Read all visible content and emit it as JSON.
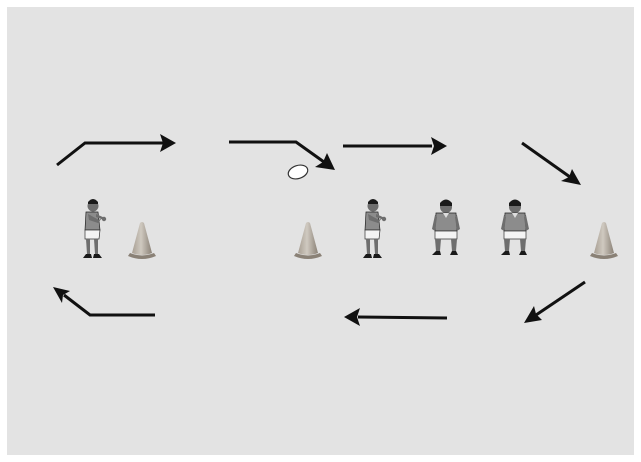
{
  "diagram": {
    "type": "rugby-drill",
    "colors": {
      "background": "#ffffff",
      "field": "#e3e3e3",
      "arrow": "#111111",
      "cone_light": "#cfc9c0",
      "cone_mid": "#a89f93",
      "cone_dark": "#8a8176",
      "jersey": "#8c8c8c",
      "shorts": "#f4f4f4",
      "skin": "#6e6e6e",
      "boots": "#1a1a1a",
      "ball": "#ffffff"
    },
    "players": [
      {
        "id": "receiver-left",
        "pose": "catching"
      },
      {
        "id": "receiver-middle",
        "pose": "catching"
      },
      {
        "id": "waiting-player-1",
        "pose": "crouching"
      },
      {
        "id": "waiting-player-2",
        "pose": "crouching"
      }
    ],
    "cones": [
      {
        "id": "cone-left"
      },
      {
        "id": "cone-middle"
      },
      {
        "id": "cone-right"
      }
    ],
    "ball": {
      "id": "rugby-ball",
      "state": "in-flight"
    },
    "arrows": [
      {
        "id": "arrow-top-left",
        "direction": "right"
      },
      {
        "id": "arrow-pass",
        "direction": "down-right"
      },
      {
        "id": "arrow-top-middle",
        "direction": "right"
      },
      {
        "id": "arrow-top-right",
        "direction": "down-right"
      },
      {
        "id": "arrow-bottom-right",
        "direction": "down-left"
      },
      {
        "id": "arrow-bottom-middle",
        "direction": "left"
      },
      {
        "id": "arrow-bottom-left",
        "direction": "up-left"
      }
    ]
  }
}
